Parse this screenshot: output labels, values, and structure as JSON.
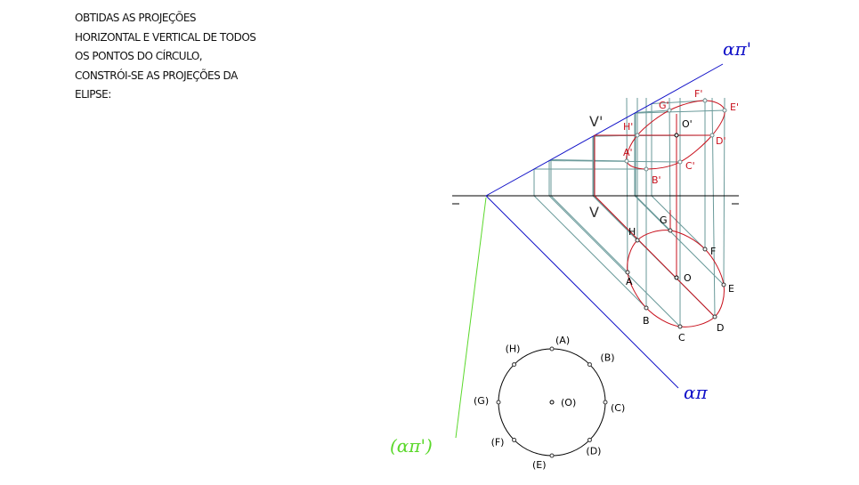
{
  "note": [
    "OBTIDAS AS PROJEÇÕES",
    "HORIZONTAL E VERTICAL DE TODOS",
    "OS PONTOS DO CÍRCULO,",
    "CONSTRÓI-SE AS PROJEÇÕES DA",
    "ELIPSE:"
  ],
  "traces": {
    "frontal": "απ'",
    "horizontal": "απ",
    "rotated": "(απ')"
  },
  "v_labels": {
    "front": "V'",
    "top": "V"
  },
  "center": {
    "top": "O",
    "front": "O'",
    "rotated": "(O)"
  },
  "points": [
    {
      "name": "A",
      "front": "A'",
      "rot": "(A)"
    },
    {
      "name": "B",
      "front": "B'",
      "rot": "(B)"
    },
    {
      "name": "C",
      "front": "C'",
      "rot": "(C)"
    },
    {
      "name": "D",
      "front": "D'",
      "rot": "(D)"
    },
    {
      "name": "E",
      "front": "E'",
      "rot": "(E)"
    },
    {
      "name": "F",
      "front": "F'",
      "rot": "(F)"
    },
    {
      "name": "G",
      "front": "G'",
      "rot": "(G)"
    },
    {
      "name": "H",
      "front": "H'",
      "rot": "(H)"
    }
  ],
  "colors": {
    "red": "#c8101c",
    "blue": "#1010c8",
    "green": "#5ad82a",
    "construct": "#6a9a9a",
    "black": "#000000"
  }
}
